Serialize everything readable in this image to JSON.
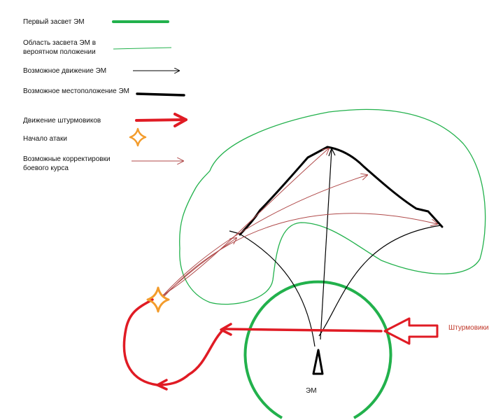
{
  "colors": {
    "green": "#22b14c",
    "black": "#000000",
    "red": "#e01b24",
    "thin_red": "#b04a4a",
    "orange": "#f39c2c",
    "label_red": "#c0392b"
  },
  "legend": [
    {
      "label": "Первый засвет ЭМ",
      "icon": "thick-green-line"
    },
    {
      "label": "Область засвета ЭМ в вероятном положении",
      "icon": "thin-green-line"
    },
    {
      "label": "Возможное движение ЭМ",
      "icon": "thin-black-arrow"
    },
    {
      "label": "Возможное местоположение ЭМ",
      "icon": "thick-black-line"
    },
    {
      "label": "Движение штурмовиков",
      "icon": "thick-red-arrow"
    },
    {
      "label": "Начало атаки",
      "icon": "orange-star"
    },
    {
      "label": "Возможные корректировки боевого курса",
      "icon": "thin-red-arrow"
    }
  ],
  "labels": {
    "attackers": "Штурмовики",
    "em": "ЭМ"
  }
}
